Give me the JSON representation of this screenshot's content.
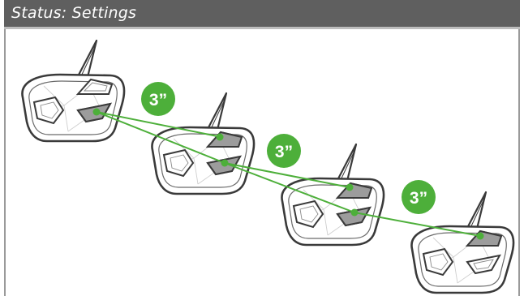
{
  "header": {
    "title": "Status: Settings"
  },
  "steps": [
    {
      "badge_label": "3”",
      "color": "#4daf3a"
    },
    {
      "badge_label": "3”",
      "color": "#4daf3a"
    },
    {
      "badge_label": "3”",
      "color": "#4daf3a"
    }
  ],
  "colors": {
    "header_bg": "#5f5f5f",
    "accent_green": "#4daf3a",
    "device_outline": "#3a3a3a",
    "button_highlight": "#9c9c9c"
  }
}
